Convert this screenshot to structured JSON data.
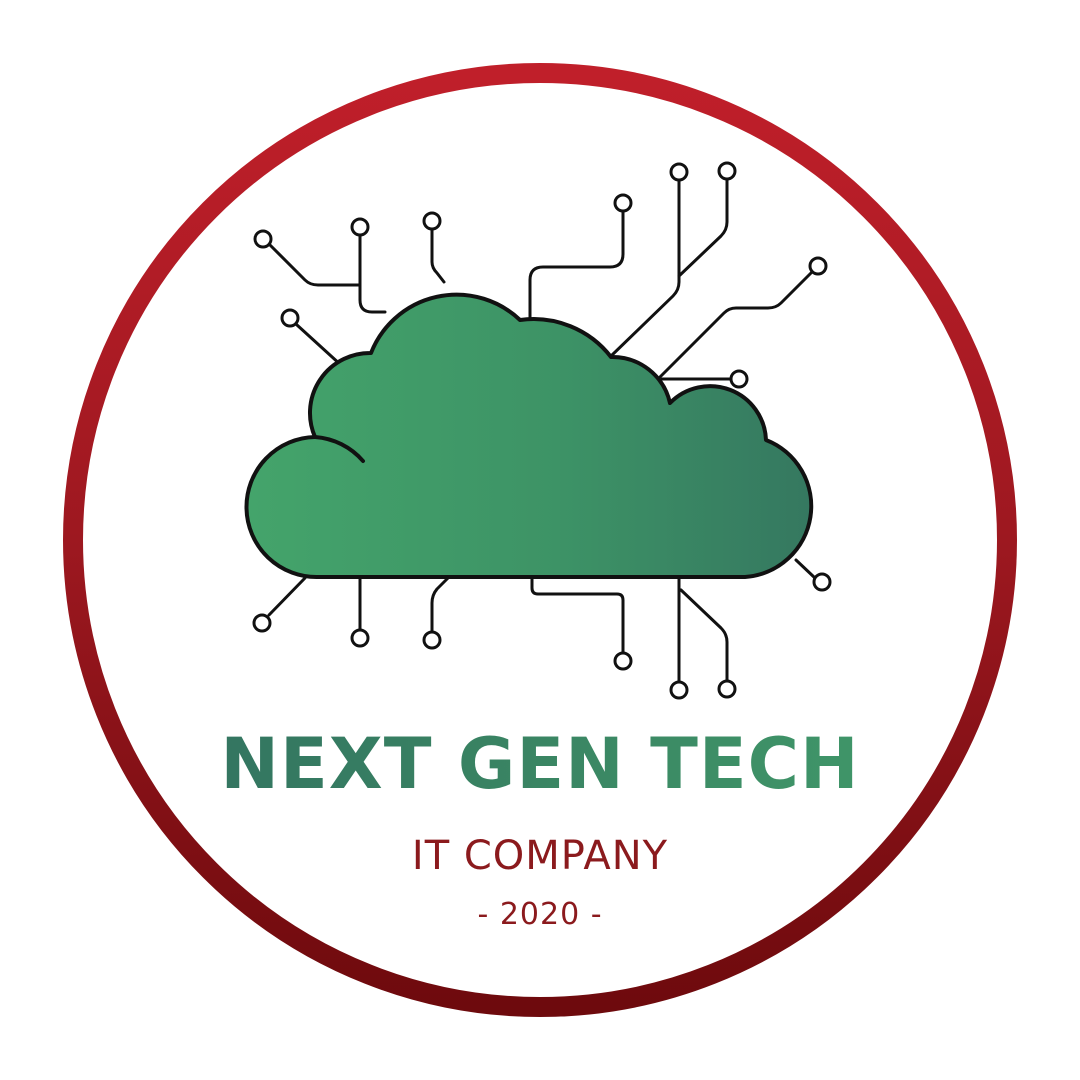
{
  "logo": {
    "title": "NEXT GEN TECH",
    "subtitle": "IT COMPANY",
    "year": "- 2020 -",
    "emblem": "cloud-circuit-icon"
  },
  "colors": {
    "ring_top": "#c01f2a",
    "ring_bottom": "#6e0a0d",
    "cloud_start": "#44a46b",
    "cloud_end": "#357860",
    "title_start": "#2f6b5f",
    "title_end": "#43a06c",
    "text_red": "#8b1a1d",
    "line": "#111111"
  }
}
